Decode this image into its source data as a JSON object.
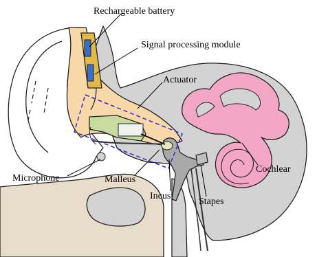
{
  "labels": {
    "rechargeable_battery": "Rechargeable battery",
    "signal_processing_module": "Signal processing module",
    "actuator": "Actuator",
    "microphone": "Microphone",
    "malleus": "Malleus",
    "incus": "Incus",
    "stapes": "Stapes",
    "cochlear": "Cochlear"
  },
  "colors": {
    "skin": "#ffffff",
    "ear_canal_skin": "#f8d8a8",
    "bone": "#d3d3d3",
    "jaw_tissue": "#e8dccb",
    "cochlea": "#f4a6c6",
    "device_green": "#c8dca0",
    "battery_gold": "#e3b94a",
    "battery_cell": "#3a6fc9",
    "dashed_box": "#2b2bd1"
  }
}
